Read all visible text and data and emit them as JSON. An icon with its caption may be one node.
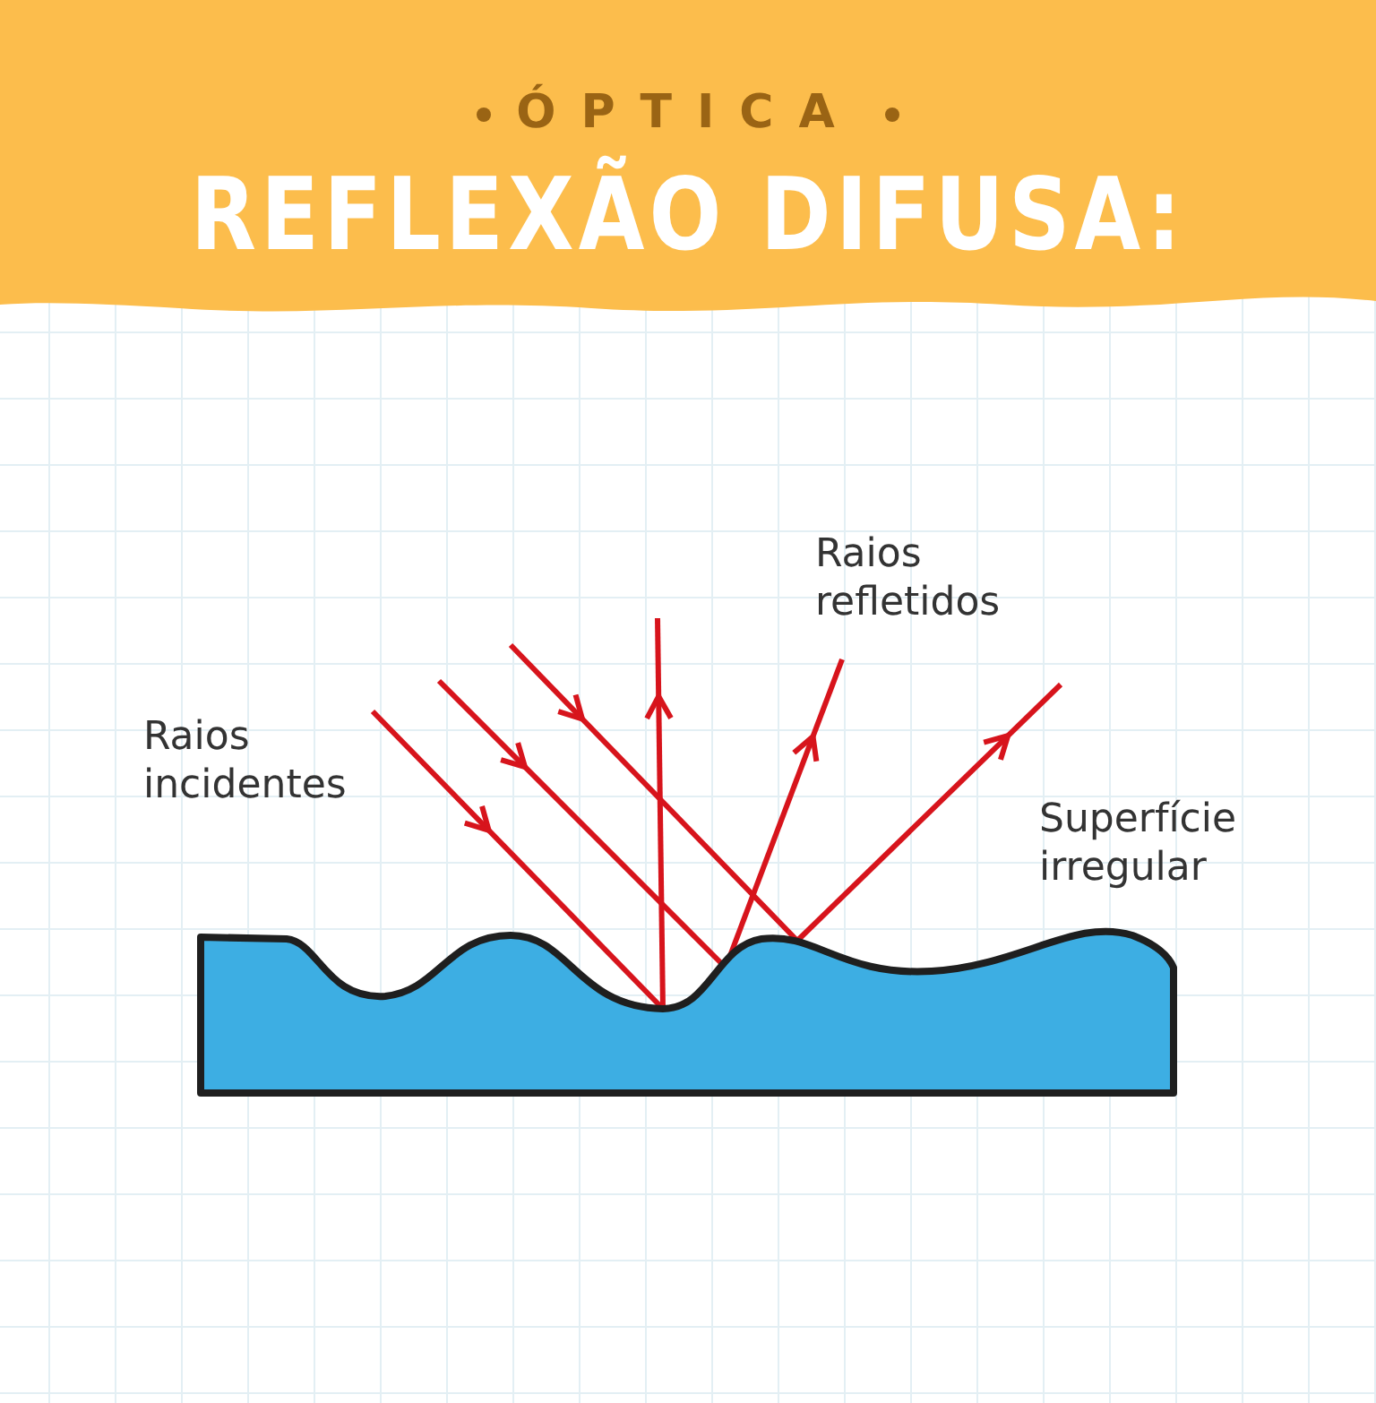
{
  "diagram": {
    "title": "REFLEXÃO DIFUSA:",
    "labels": [
      "ÓPTICA",
      "Raios refletidos",
      "Raios incidentes",
      "Superfície irregular"
    ]
  }
}
